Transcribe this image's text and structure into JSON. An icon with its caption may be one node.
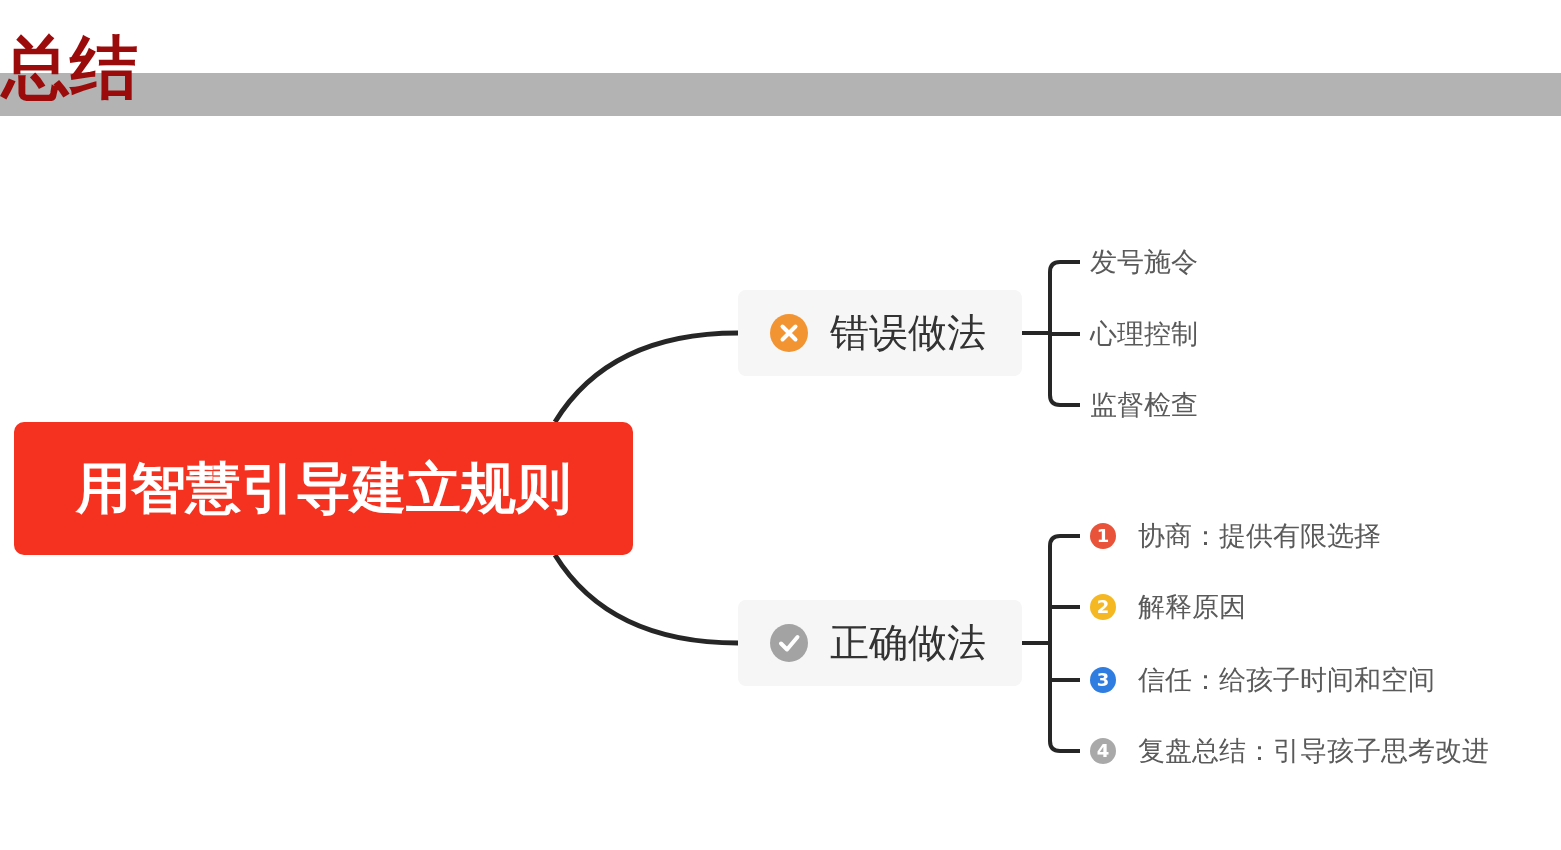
{
  "diagram": {
    "title": "总结",
    "nodes": [
      {
        "text": [
          "用智慧引导建立规则"
        ]
      },
      {
        "text": [
          "错误做法"
        ]
      },
      {
        "text": [
          "发号施令"
        ]
      },
      {
        "text": [
          "心理控制"
        ]
      },
      {
        "text": [
          "监督检查"
        ]
      },
      {
        "text": [
          "正确做法"
        ]
      },
      {
        "text": [
          "1",
          "协商：提供有限选择"
        ]
      },
      {
        "text": [
          "2",
          "解释原因"
        ]
      },
      {
        "text": [
          "3",
          "信任：给孩子时间和空间"
        ]
      },
      {
        "text": [
          "4",
          "复盘总结：引导孩子思考改进"
        ]
      }
    ],
    "edges": [
      {
        "from": 0,
        "to": 1,
        "arrow": "none"
      },
      {
        "from": 0,
        "to": 5,
        "arrow": "none"
      },
      {
        "from": 1,
        "to": 2,
        "arrow": "none"
      },
      {
        "from": 1,
        "to": 3,
        "arrow": "none"
      },
      {
        "from": 1,
        "to": 4,
        "arrow": "none"
      },
      {
        "from": 5,
        "to": 6,
        "arrow": "none"
      },
      {
        "from": 5,
        "to": 7,
        "arrow": "none"
      },
      {
        "from": 5,
        "to": 8,
        "arrow": "none"
      },
      {
        "from": 5,
        "to": 9,
        "arrow": "none"
      }
    ]
  }
}
